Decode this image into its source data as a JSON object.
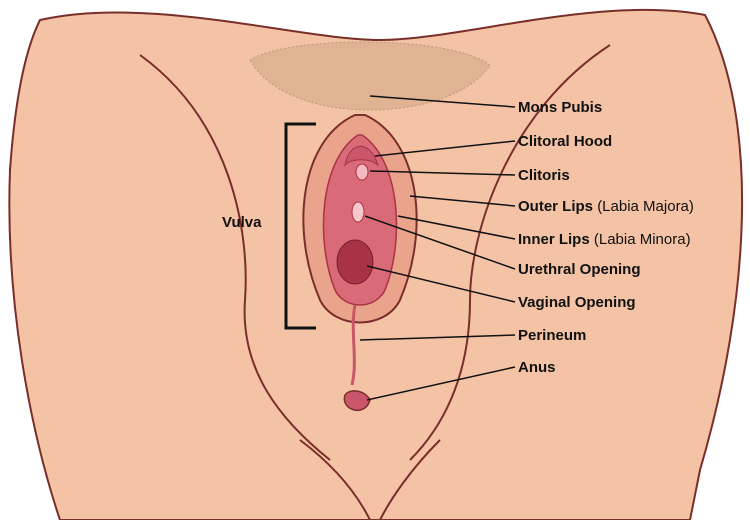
{
  "diagram": {
    "vulva_label": "Vulva",
    "labels": [
      {
        "id": "mons-pubis",
        "name": "Mons Pubis",
        "sub": ""
      },
      {
        "id": "clitoral-hood",
        "name": "Clitoral Hood",
        "sub": ""
      },
      {
        "id": "clitoris",
        "name": "Clitoris",
        "sub": ""
      },
      {
        "id": "outer-lips",
        "name": "Outer Lips",
        "sub": "(Labia Majora)"
      },
      {
        "id": "inner-lips",
        "name": "Inner Lips",
        "sub": "(Labia Minora)"
      },
      {
        "id": "urethral-opening",
        "name": "Urethral Opening",
        "sub": ""
      },
      {
        "id": "vaginal-opening",
        "name": "Vaginal Opening",
        "sub": ""
      },
      {
        "id": "perineum",
        "name": "Perineum",
        "sub": ""
      },
      {
        "id": "anus",
        "name": "Anus",
        "sub": ""
      }
    ]
  },
  "colors": {
    "skin": "#f4c3a6",
    "skin_shadow": "#e8a88a",
    "outline": "#7a2e2a",
    "hair": "#b89a78",
    "tissue": "#d96a78",
    "tissue_dark": "#a83246",
    "line": "#111111"
  }
}
